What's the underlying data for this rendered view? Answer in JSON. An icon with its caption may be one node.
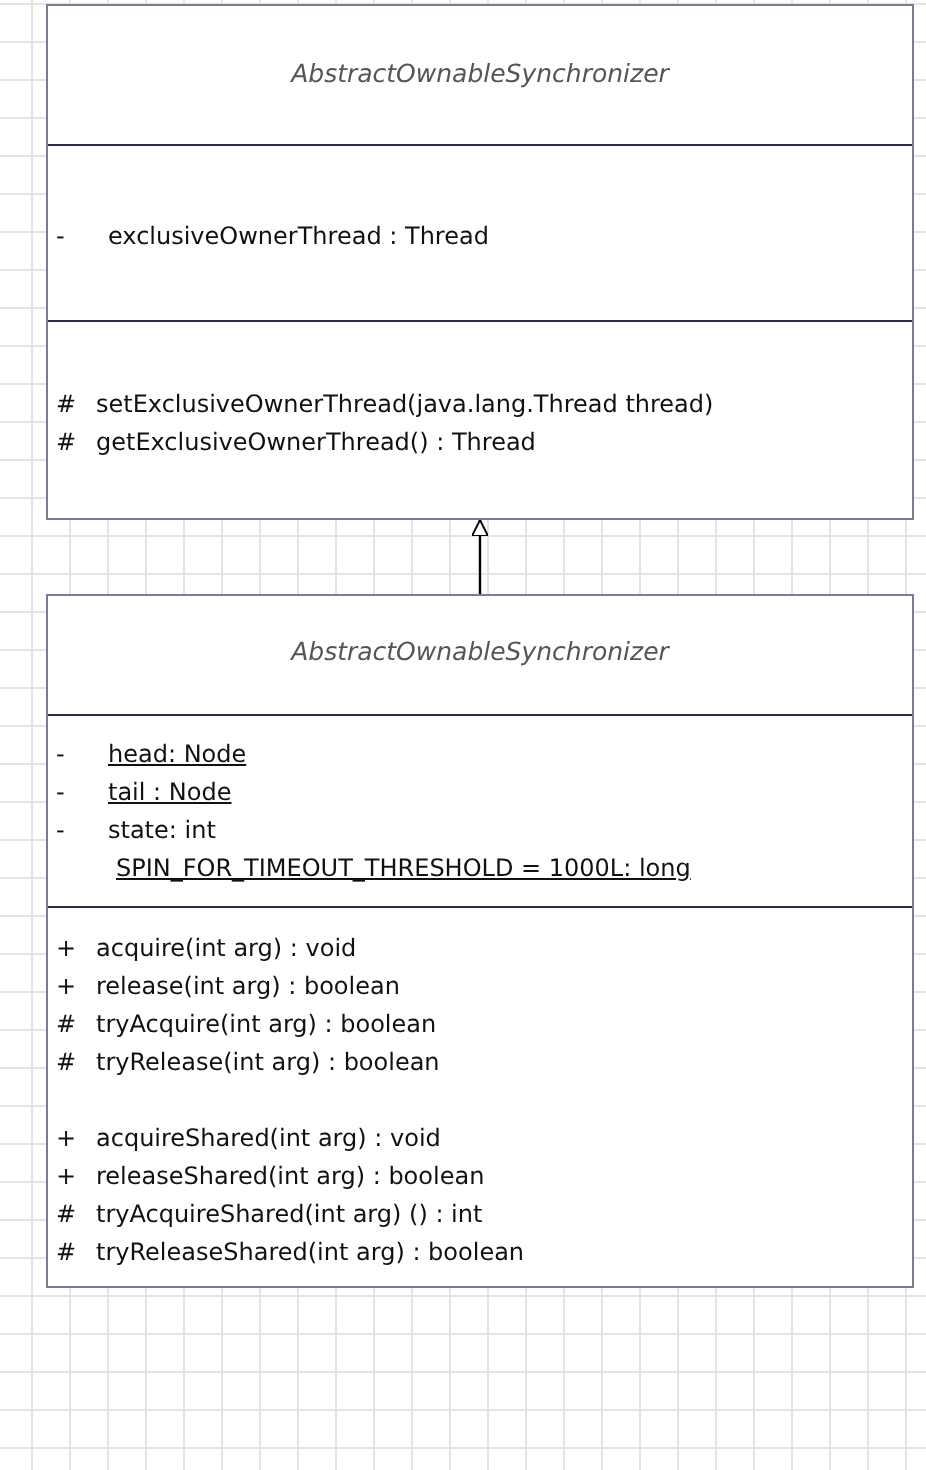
{
  "diagram": {
    "nodes": [
      {
        "text": [
          "AbstractOwnableSynchronizer"
        ]
      },
      {
        "text": [
          "- exclusiveOwnerThread : Thread"
        ],
        "in": 0
      },
      {
        "text": [
          "# setExclusiveOwnerThread(java.lang.Thread thread)",
          "# getExclusiveOwnerThread() : Thread"
        ],
        "in": 0
      },
      {
        "text": [
          "AbstractOwnableSynchronizer"
        ]
      },
      {
        "text": [
          "- head: Node",
          "- tail : Node",
          "- state: int",
          "SPIN_FOR_TIMEOUT_THRESHOLD = 1000L: long"
        ],
        "in": 3
      },
      {
        "text": [
          "+ acquire(int arg) : void",
          "+ release(int arg) : boolean",
          "# tryAcquire(int arg) : boolean",
          "# tryRelease(int arg) : boolean",
          "+ acquireShared(int arg) : void",
          "+ releaseShared(int arg) : boolean",
          "# tryAcquireShared(int arg) () : int",
          "# tryReleaseShared(int arg) : boolean"
        ],
        "in": 3
      }
    ],
    "edges": [
      {
        "from": 3,
        "to": 0,
        "arrow": "to"
      }
    ]
  }
}
